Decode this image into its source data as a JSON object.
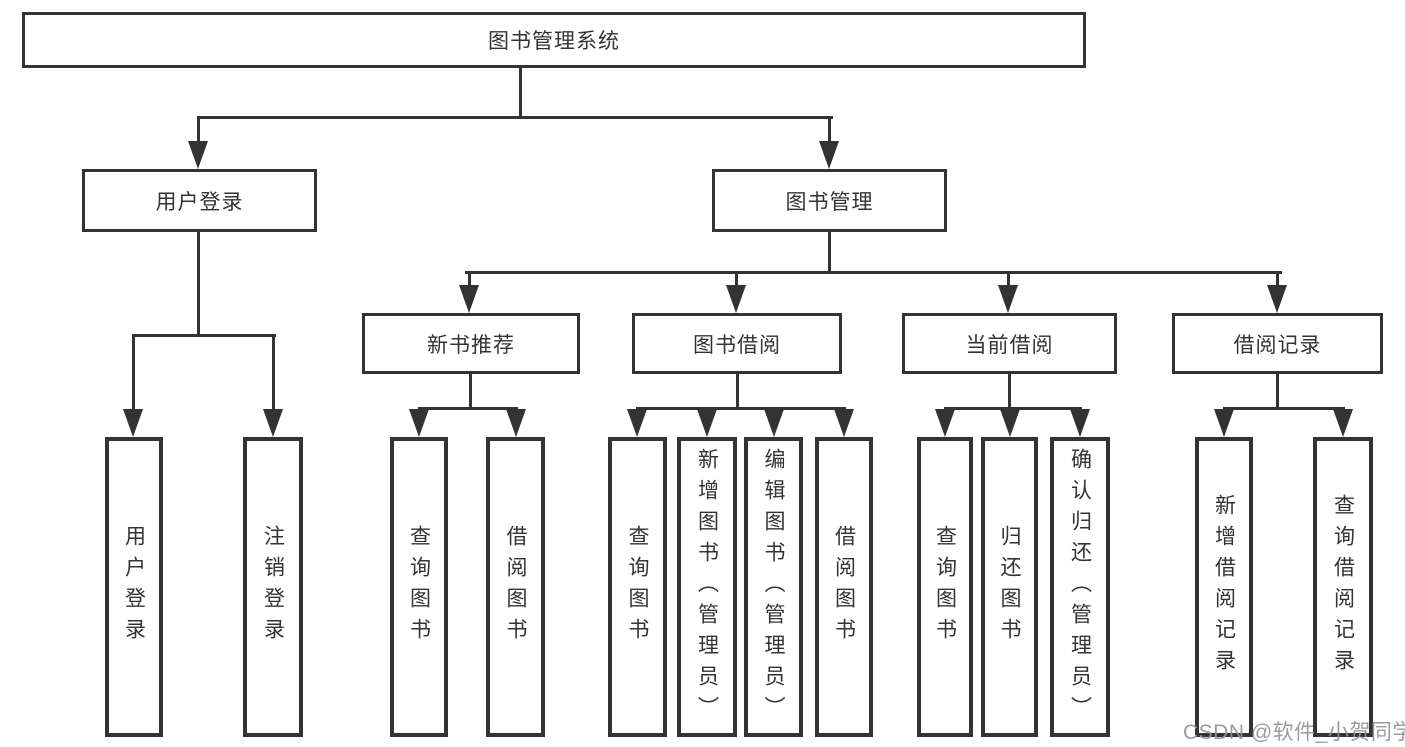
{
  "diagram": {
    "type": "hierarchy-tree",
    "nodes": {
      "root": {
        "label": "图书管理系统"
      },
      "level2": [
        {
          "label": "用户登录"
        },
        {
          "label": "图书管理"
        }
      ],
      "level3": [
        {
          "label": "新书推荐",
          "parent": "图书管理"
        },
        {
          "label": "图书借阅",
          "parent": "图书管理"
        },
        {
          "label": "当前借阅",
          "parent": "图书管理"
        },
        {
          "label": "借阅记录",
          "parent": "图书管理"
        }
      ],
      "leaves": [
        {
          "label": "用户登录",
          "parent": "用户登录"
        },
        {
          "label": "注销登录",
          "parent": "用户登录"
        },
        {
          "label": "查询图书",
          "parent": "新书推荐"
        },
        {
          "label": "借阅图书",
          "parent": "新书推荐"
        },
        {
          "label": "查询图书",
          "parent": "图书借阅"
        },
        {
          "label": "新增图书（管理员）",
          "parent": "图书借阅"
        },
        {
          "label": "编辑图书（管理员）",
          "parent": "图书借阅"
        },
        {
          "label": "借阅图书",
          "parent": "图书借阅"
        },
        {
          "label": "查询图书",
          "parent": "当前借阅"
        },
        {
          "label": "归还图书",
          "parent": "当前借阅"
        },
        {
          "label": "确认归还（管理员）",
          "parent": "当前借阅"
        },
        {
          "label": "新增借阅记录",
          "parent": "借阅记录"
        },
        {
          "label": "查询借阅记录",
          "parent": "借阅记录"
        }
      ]
    },
    "colors": {
      "line": "#333333",
      "text": "#333333",
      "background": "#ffffff",
      "watermark": "#949494"
    }
  },
  "watermark": {
    "text": "CSDN @软件_小贺同学"
  }
}
